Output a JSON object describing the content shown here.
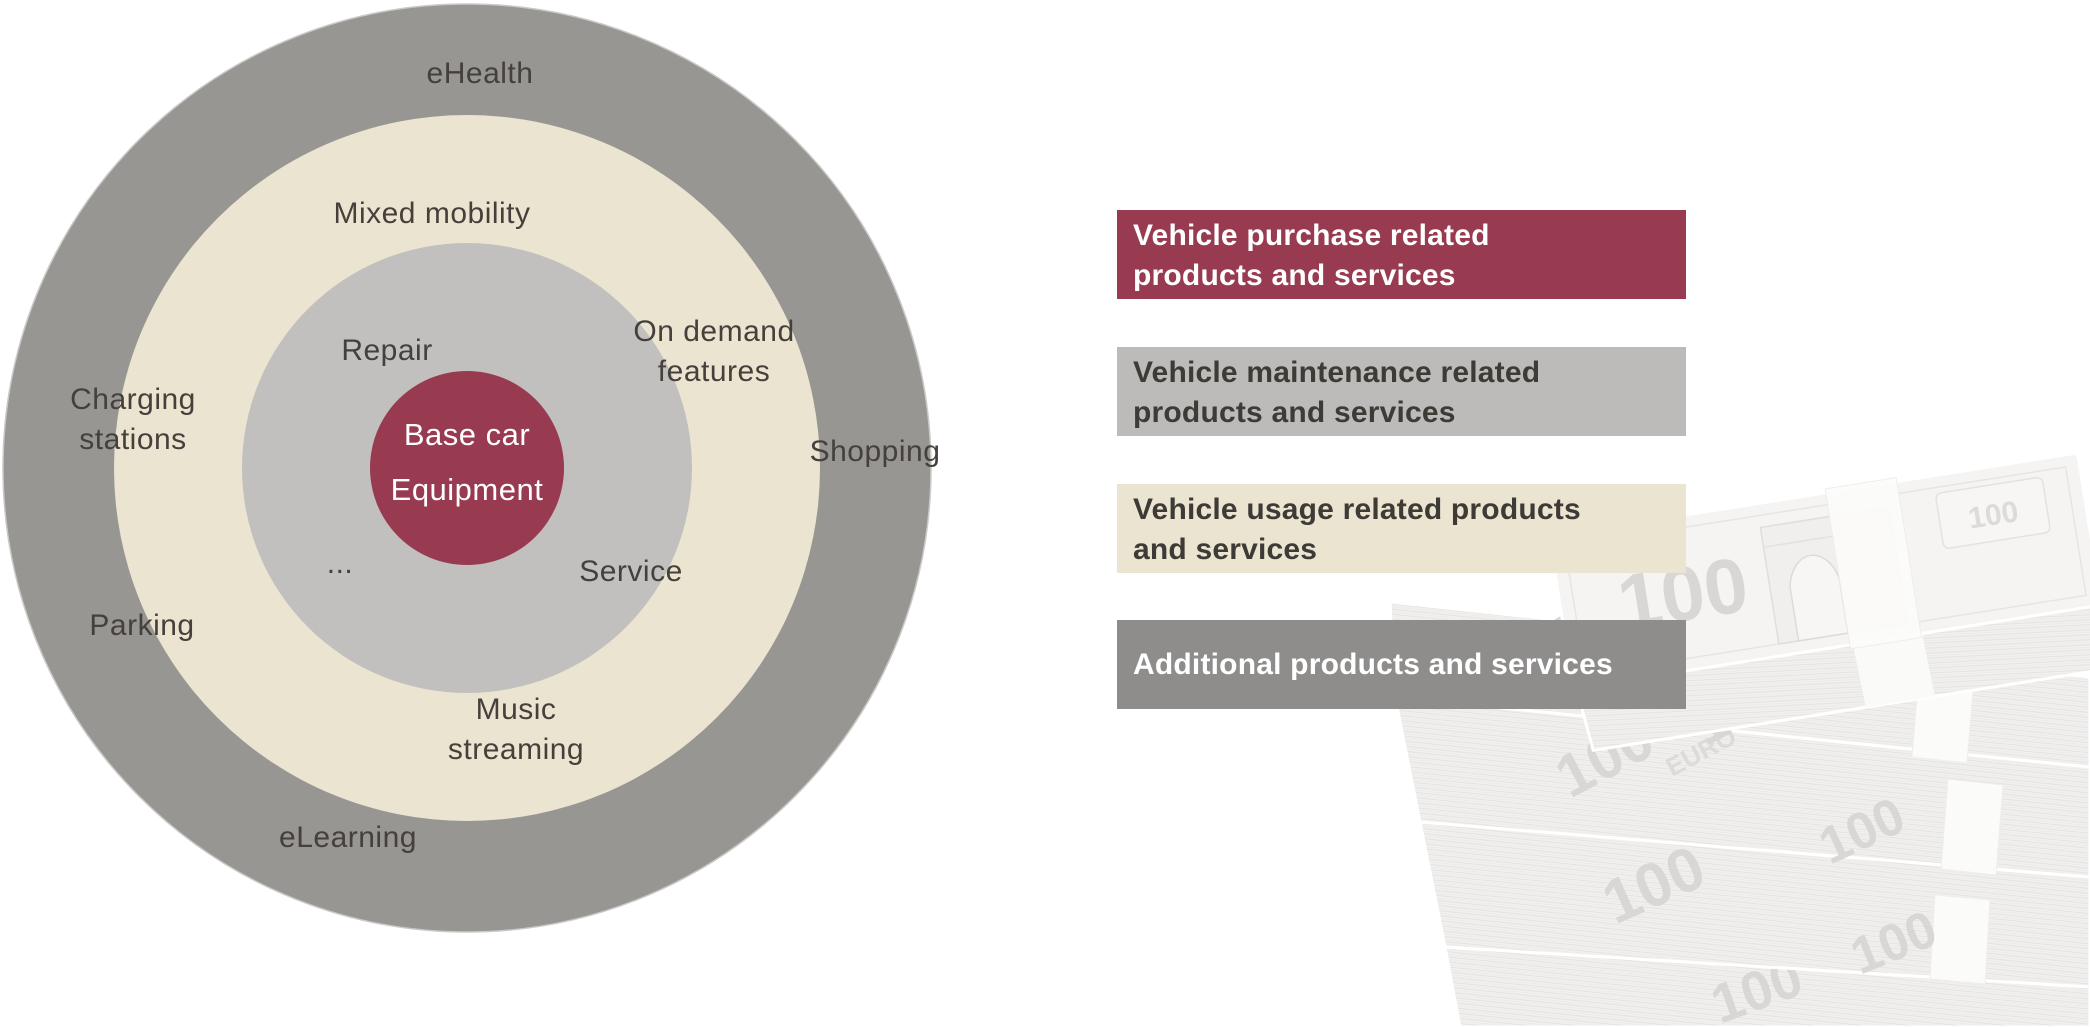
{
  "page": {
    "background": "#ffffff"
  },
  "diagram": {
    "type": "concentric-rings",
    "center_label": "Base car\nEquipment",
    "ring_colors": {
      "outer_additional": "#989692",
      "usage_ring": "#eae4d1",
      "maintenance_ring": "#c1c0be",
      "core_purchase": "#983a50"
    },
    "labels": [
      {
        "text": "eHealth"
      },
      {
        "text": "Mixed mobility"
      },
      {
        "text": "Repair"
      },
      {
        "text": "On demand\nfeatures"
      },
      {
        "text": "Charging\nstations"
      },
      {
        "text": "Shopping"
      },
      {
        "text": "Service"
      },
      {
        "text": "..."
      },
      {
        "text": "Parking"
      },
      {
        "text": "Music\nstreaming"
      },
      {
        "text": "eLearning"
      }
    ]
  },
  "legend": {
    "items": [
      {
        "label": "Vehicle purchase related\nproducts and services",
        "bg": "#983a50",
        "fg": "#ffffff"
      },
      {
        "label": "Vehicle maintenance related\nproducts and services",
        "bg": "#bcbbba",
        "fg": "#3e3a36"
      },
      {
        "label": "Vehicle usage related products\nand services",
        "bg": "#eae4d1",
        "fg": "#3e3a36"
      },
      {
        "label": "Additional products and services",
        "bg": "#8e8d8c",
        "fg": "#ffffff"
      }
    ]
  },
  "money": {
    "denomination": "100",
    "currency_text": "EURO"
  }
}
